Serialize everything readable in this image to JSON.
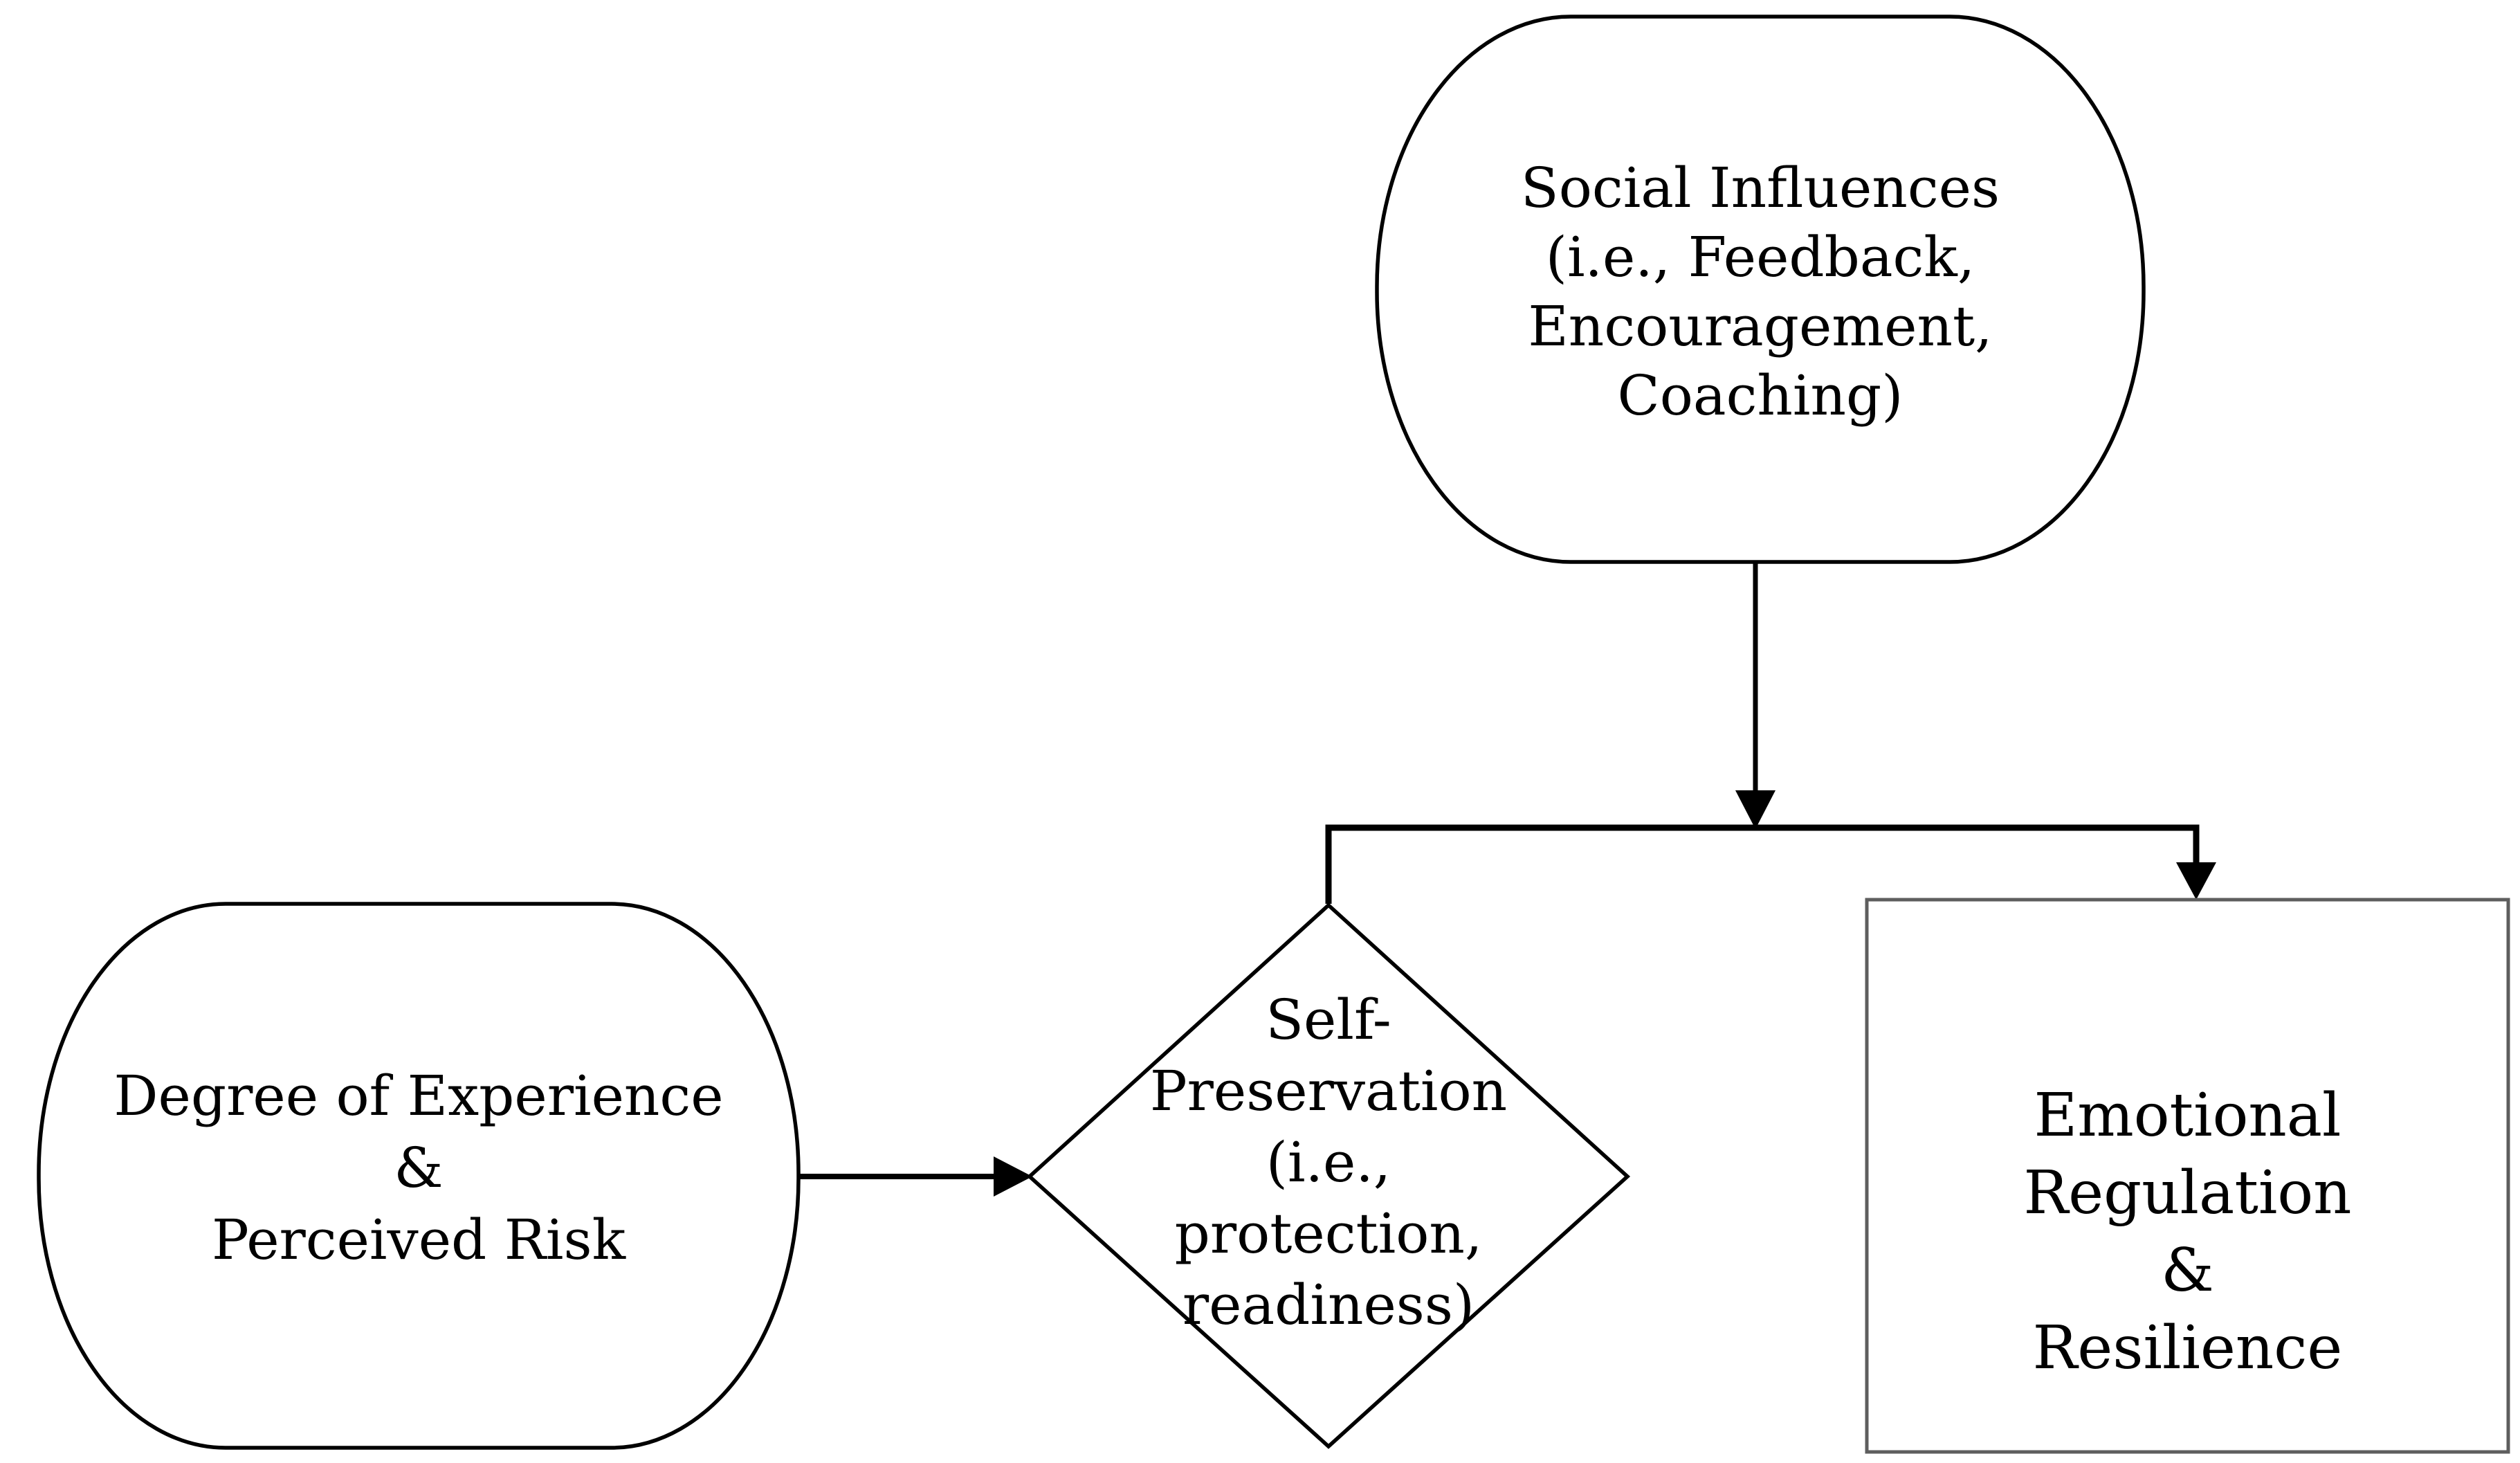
{
  "diagram": {
    "title": "",
    "background": "#ffffff",
    "colors": {
      "node_stroke": "#000000",
      "rect_node_stroke": "#5e5e5e",
      "connector": "#000000",
      "text": "#000000"
    },
    "nodes": {
      "social_influences": {
        "shape": "rounded-rectangle",
        "label": "Social Influences\n(i.e., Feedback,\nEncouragement,\nCoaching)"
      },
      "degree_experience": {
        "shape": "rounded-rectangle",
        "label": "Degree of Experience\n&\nPerceived Risk"
      },
      "self_preservation": {
        "shape": "diamond",
        "label": "Self-\nPreservation\n(i.e.,\nprotection,\nreadiness)"
      },
      "emotional_regulation": {
        "shape": "rectangle",
        "label": "Emotional Regulation\n&\nResilience"
      }
    },
    "edges": [
      {
        "from": "social_influences",
        "to": "self_preservation",
        "style": "elbow-branch, no arrowhead at diamond"
      },
      {
        "from": "social_influences",
        "to": "emotional_regulation",
        "style": "elbow-branch, solid arrowhead down"
      },
      {
        "from": "degree_experience",
        "to": "self_preservation",
        "style": "straight, solid arrowhead right"
      }
    ]
  }
}
